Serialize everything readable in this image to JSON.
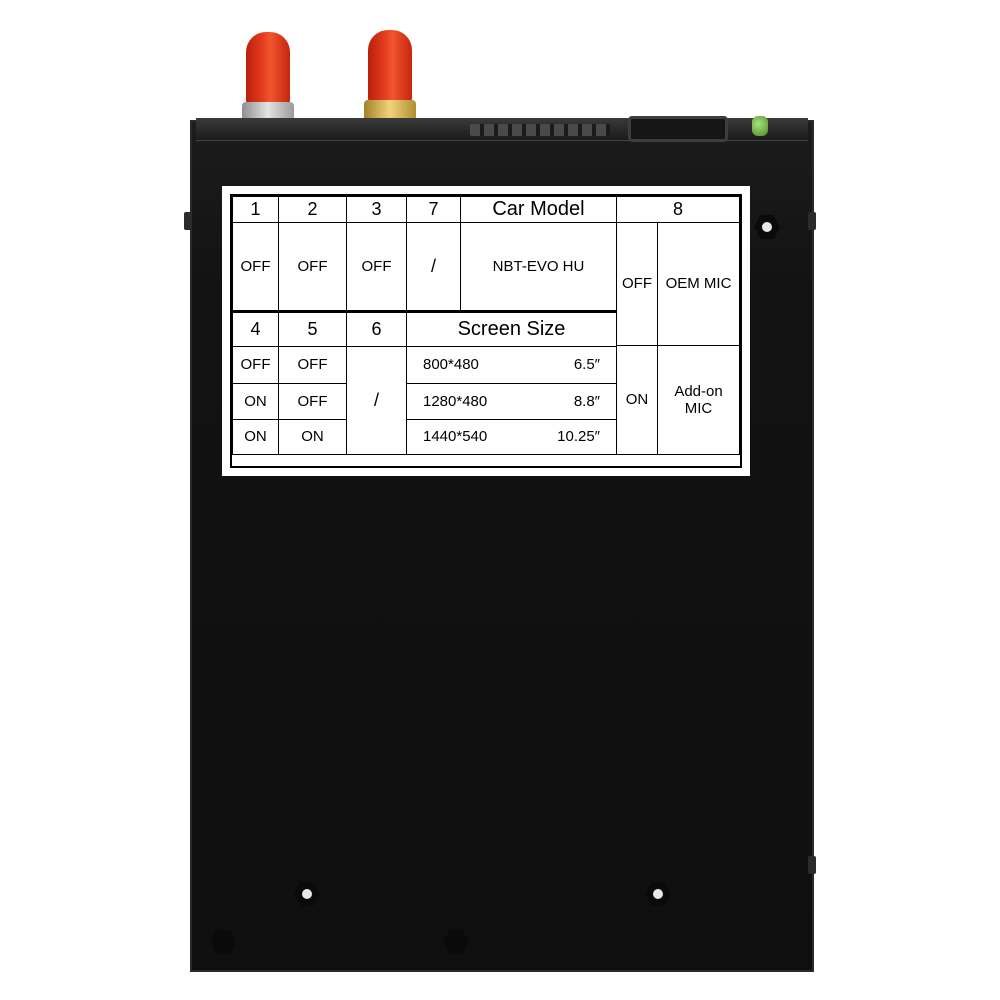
{
  "label": {
    "top_headers": [
      "1",
      "2",
      "3",
      "7",
      "Car Model",
      "8"
    ],
    "top_values": [
      "OFF",
      "OFF",
      "OFF",
      "/",
      "NBT-EVO HU"
    ],
    "switch8": {
      "rows": [
        {
          "state": "OFF",
          "mic": "OEM MIC"
        },
        {
          "state": "ON",
          "mic": "Add-on MIC"
        }
      ]
    },
    "bottom_headers": [
      "4",
      "5",
      "6",
      "Screen Size"
    ],
    "switch6_value": "/",
    "screen_rows": [
      {
        "sw4": "OFF",
        "sw5": "OFF",
        "resolution": "800*480",
        "size": "6.5″"
      },
      {
        "sw4": "ON",
        "sw5": "OFF",
        "resolution": "1280*480",
        "size": "8.8″"
      },
      {
        "sw4": "ON",
        "sw5": "ON",
        "resolution": "1440*540",
        "size": "10.25″"
      }
    ]
  },
  "colors": {
    "device_body": "#111111",
    "antenna_cap": "#e23a1c",
    "label_background": "#ffffff",
    "led": "#7bc04a"
  }
}
